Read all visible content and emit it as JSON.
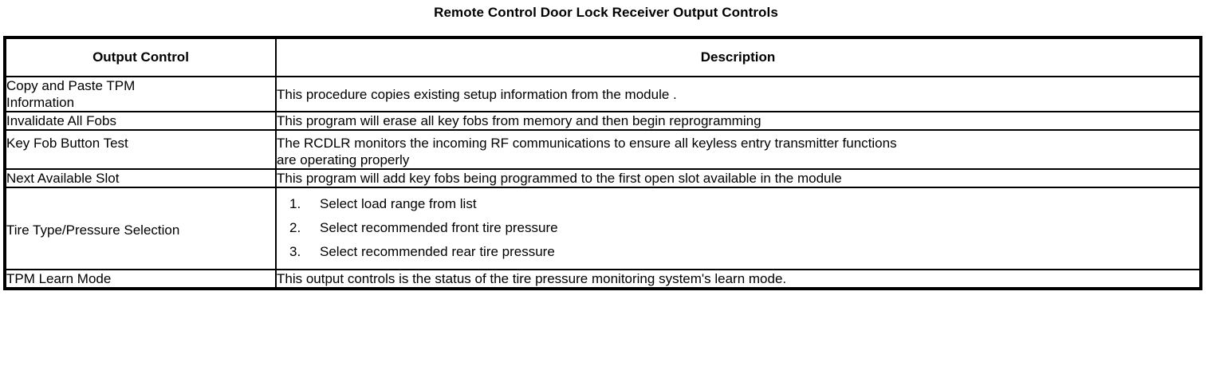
{
  "document": {
    "title": "Remote Control Door Lock Receiver Output Controls"
  },
  "table": {
    "headers": {
      "col1": "Output Control",
      "col2": "Description"
    },
    "rows": [
      {
        "name": "Copy and Paste TPM\nInformation",
        "description_lines": [
          "This procedure copies existing setup information from the module ."
        ],
        "steps": []
      },
      {
        "name": "Invalidate All Fobs",
        "description_lines": [
          "This program will erase all key fobs from memory and then begin reprogramming"
        ],
        "steps": []
      },
      {
        "name": "Key Fob Button Test",
        "description_lines": [
          "The RCDLR monitors the incoming RF communications to ensure all keyless entry transmitter functions",
          "are operating properly"
        ],
        "steps": []
      },
      {
        "name": "Next Available Slot",
        "description_lines": [
          "This program will add key fobs being programmed to the first open slot available in the module"
        ],
        "steps": []
      },
      {
        "name": "Tire Type/Pressure Selection",
        "description_lines": [],
        "steps": [
          {
            "num": "1.",
            "text": "Select load range from list"
          },
          {
            "num": "2.",
            "text": "Select recommended front tire pressure"
          },
          {
            "num": "3.",
            "text": "Select recommended rear tire pressure"
          }
        ]
      },
      {
        "name": "TPM Learn Mode",
        "description_lines": [
          "This output controls is the status of the tire pressure monitoring system's learn mode."
        ],
        "steps": []
      }
    ]
  },
  "style": {
    "text_color": "#000000",
    "background_color": "#ffffff",
    "border_color": "#000000"
  }
}
